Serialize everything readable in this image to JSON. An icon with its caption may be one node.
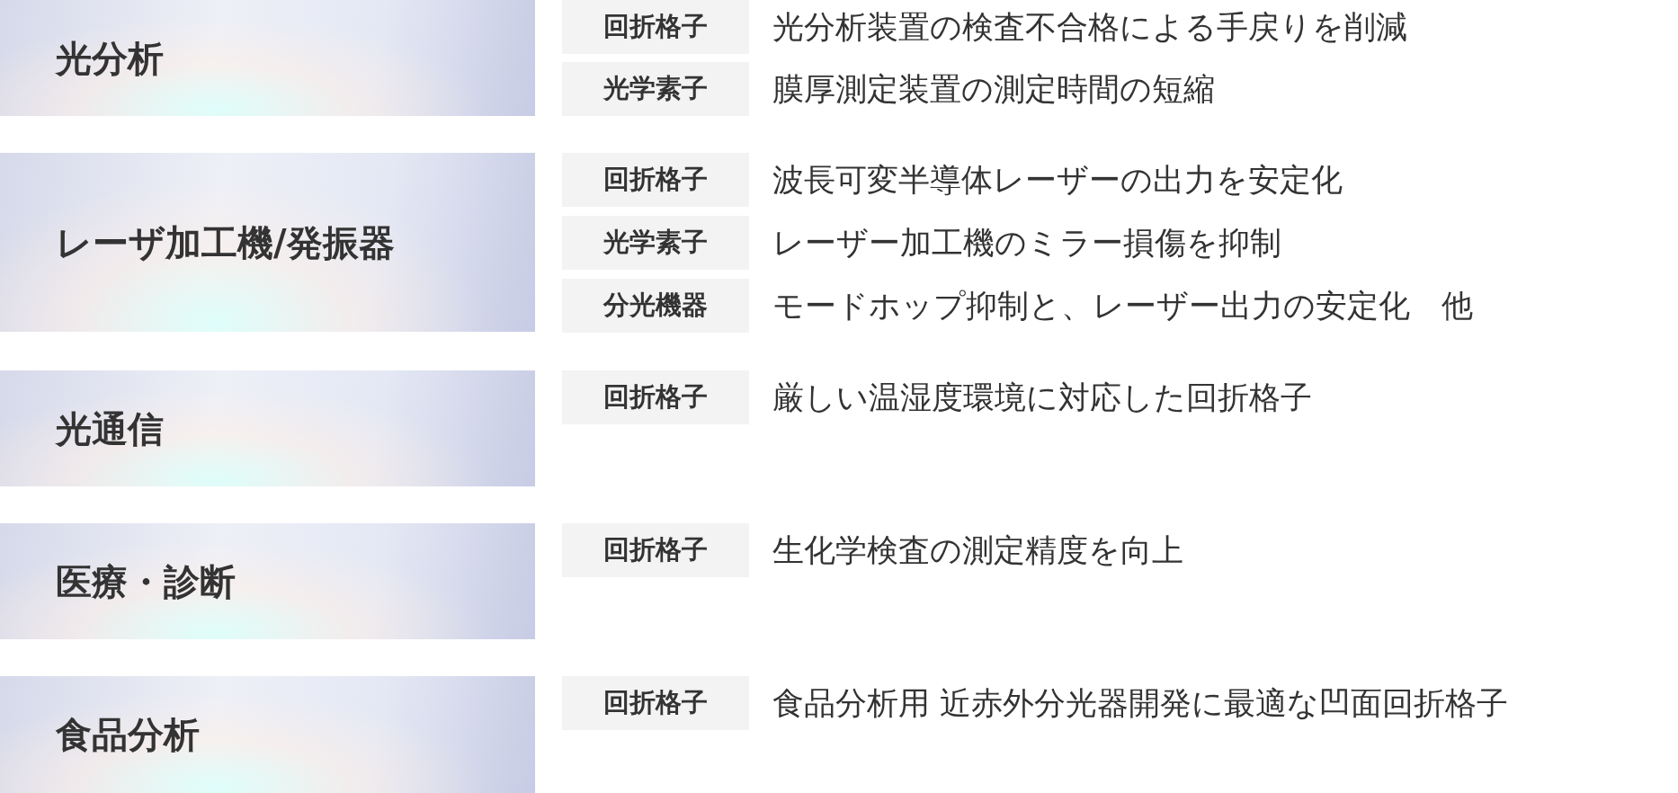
{
  "diagram": {
    "nodes": [
      {
        "text": [
          "光分析"
        ]
      },
      {
        "text": [
          "回折格子"
        ],
        "beside": [
          "光分析装置の検査不合格による手戻りを削減"
        ]
      },
      {
        "text": [
          "光学素子"
        ],
        "beside": [
          "膜厚測定装置の測定時間の短縮"
        ]
      },
      {
        "text": [
          "レーザ加工機/発振器"
        ]
      },
      {
        "text": [
          "回折格子"
        ],
        "beside": [
          "波長可変半導体レーザーの出力を安定化"
        ]
      },
      {
        "text": [
          "光学素子"
        ],
        "beside": [
          "レーザー加工機のミラー損傷を抑制"
        ]
      },
      {
        "text": [
          "分光機器"
        ],
        "beside": [
          "モードホップ抑制と、レーザー出力の安定化　他"
        ]
      },
      {
        "text": [
          "光通信"
        ]
      },
      {
        "text": [
          "回折格子"
        ],
        "beside": [
          "厳しい温湿度環境に対応した回折格子"
        ]
      },
      {
        "text": [
          "医療・診断"
        ]
      },
      {
        "text": [
          "回折格子"
        ],
        "beside": [
          "生化学検査の測定精度を向上"
        ]
      },
      {
        "text": [
          "食品分析"
        ]
      },
      {
        "text": [
          "回折格子"
        ],
        "beside": [
          "食品分析用 近赤外分光器開発に最適な凹面回折格子"
        ]
      }
    ]
  }
}
